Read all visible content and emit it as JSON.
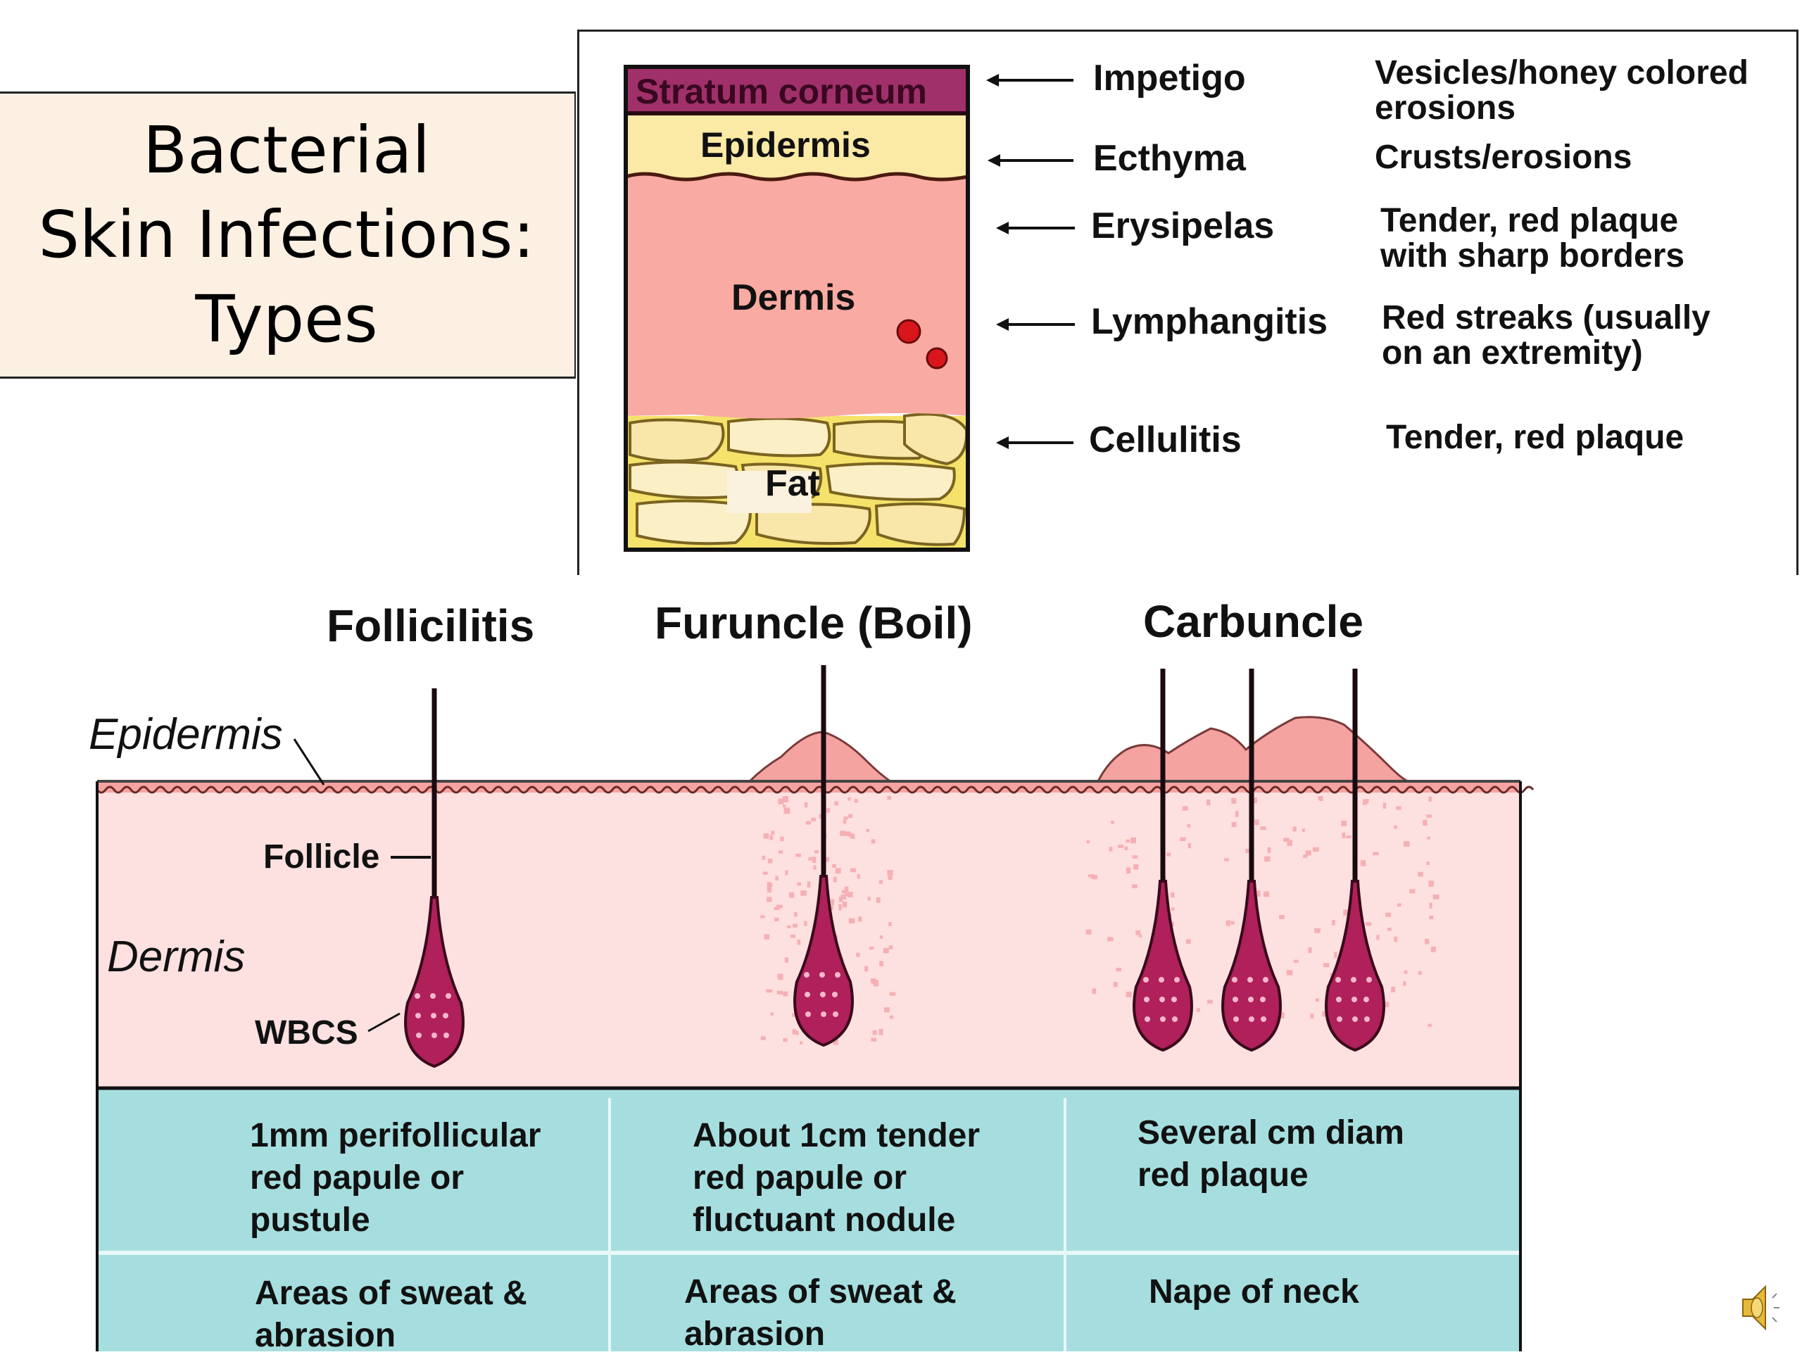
{
  "slide": {
    "title_lines": [
      "Bacterial",
      "Skin Infections:",
      "Types"
    ]
  },
  "skin_layers_diagram": {
    "layers": [
      {
        "name": "Stratum corneum",
        "color": "#A0306A"
      },
      {
        "name": "Epidermis",
        "color": "#FBE9A6"
      },
      {
        "name": "Dermis",
        "color": "#F9AAA2"
      },
      {
        "name": "Fat",
        "color": "#F5E26B"
      }
    ],
    "infections": [
      {
        "name": "Impetigo",
        "description": [
          "Vesicles/honey colored",
          "erosions"
        ]
      },
      {
        "name": "Ecthyma",
        "description": [
          "Crusts/erosions"
        ]
      },
      {
        "name": "Erysipelas",
        "description": [
          "Tender, red plaque",
          "with sharp borders"
        ]
      },
      {
        "name": "Lymphangitis",
        "description": [
          "Red streaks (usually",
          "on an extremity)"
        ]
      },
      {
        "name": "Cellulitis",
        "description": [
          "Tender, red plaque"
        ]
      }
    ]
  },
  "follicle_diagram": {
    "labels": {
      "epidermis": "Epidermis",
      "dermis": "Dermis",
      "follicle": "Follicle",
      "wbcs": "WBCS"
    },
    "columns": [
      {
        "title": "Follicilitis",
        "appearance": [
          "1mm perifollicular",
          "red papule or",
          "pustule"
        ],
        "location": [
          "Areas of sweat &",
          "abrasion"
        ]
      },
      {
        "title": "Furuncle (Boil)",
        "appearance": [
          "About 1cm tender",
          "red papule or",
          "fluctuant nodule"
        ],
        "location": [
          "Areas of sweat &",
          "abrasion"
        ]
      },
      {
        "title": "Carbuncle",
        "appearance": [
          "Several cm diam",
          "red plaque"
        ],
        "location": [
          "Nape of neck"
        ]
      }
    ],
    "colors": {
      "dermis": "#FDE0E0",
      "epidermis": "#F4A3A0",
      "follicle": "#B0205A",
      "table": "#A6DEDF"
    }
  },
  "icons": {
    "audio": "speaker-icon"
  }
}
